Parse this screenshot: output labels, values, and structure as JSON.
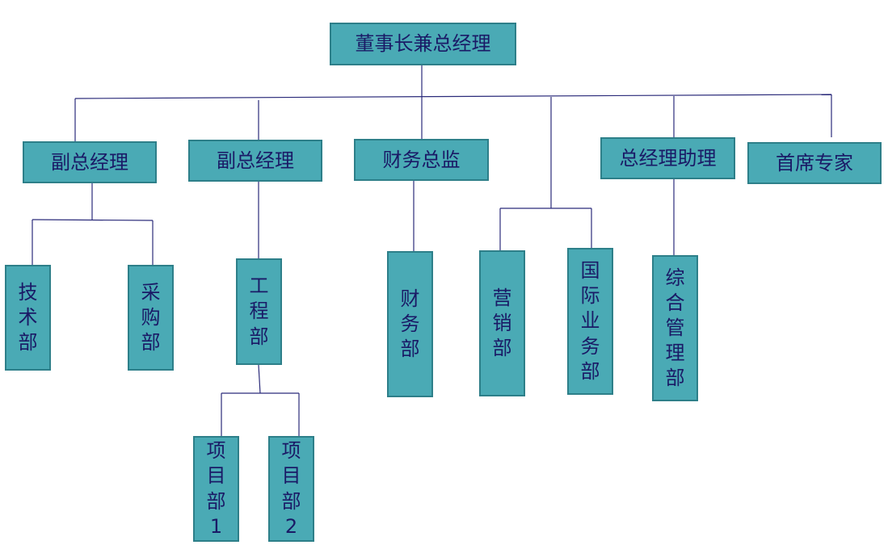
{
  "diagram": {
    "root": "董事长兼总经理",
    "level1": [
      {
        "id": "vp1",
        "label": "副总经理"
      },
      {
        "id": "vp2",
        "label": "副总经理"
      },
      {
        "id": "cfo",
        "label": "财务总监"
      },
      {
        "id": "assistant",
        "label": "总经理助理"
      },
      {
        "id": "expert",
        "label": "首席专家"
      }
    ],
    "level2": [
      {
        "id": "tech",
        "label": "技术部",
        "parent": "vp1"
      },
      {
        "id": "purchase",
        "label": "采购部",
        "parent": "vp1"
      },
      {
        "id": "engineering",
        "label": "工程部",
        "parent": "vp2"
      },
      {
        "id": "finance",
        "label": "财务部",
        "parent": "cfo"
      },
      {
        "id": "sales",
        "label": "营销部",
        "parent": "root"
      },
      {
        "id": "intl",
        "label": "国际业务部",
        "parent": "root"
      },
      {
        "id": "admin",
        "label": "综合管理部",
        "parent": "assistant"
      }
    ],
    "level3": [
      {
        "id": "proj1",
        "label": "项目部1",
        "parent": "engineering"
      },
      {
        "id": "proj2",
        "label": "项目部2",
        "parent": "engineering"
      }
    ]
  }
}
